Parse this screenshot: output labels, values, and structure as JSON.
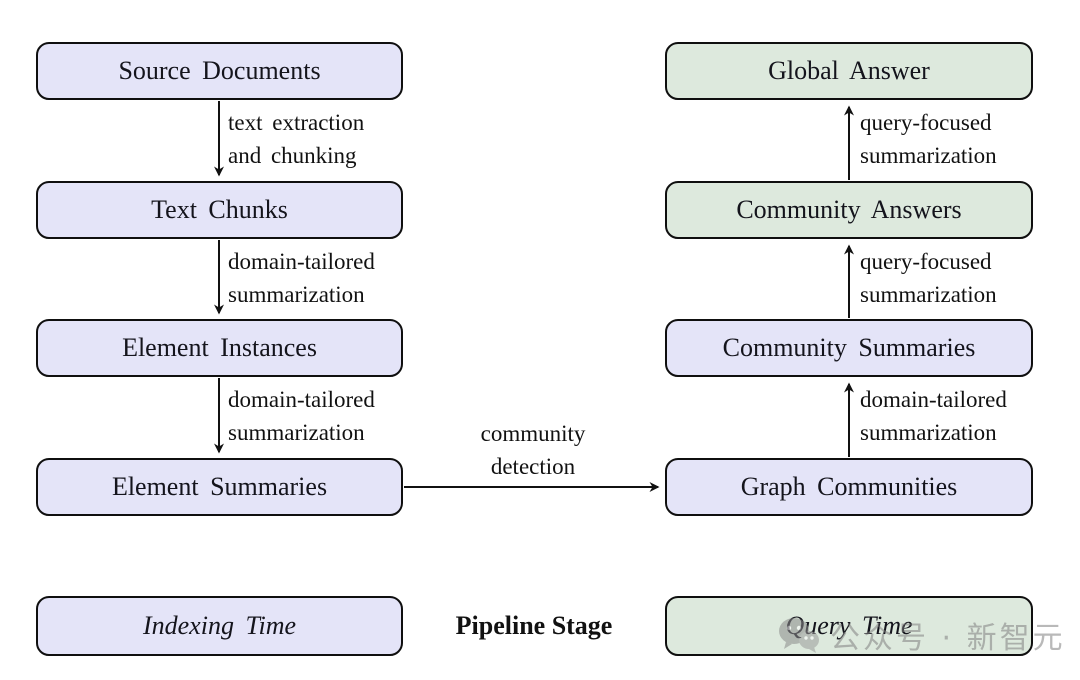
{
  "indexing_pipeline": {
    "boxes": [
      {
        "label": "Source Documents"
      },
      {
        "label": "Text Chunks"
      },
      {
        "label": "Element Instances"
      },
      {
        "label": "Element Summaries"
      }
    ],
    "edges": [
      {
        "line1": "text extraction",
        "line2": "and chunking"
      },
      {
        "line1": "domain-tailored",
        "line2": "summarization"
      },
      {
        "line1": "domain-tailored",
        "line2": "summarization"
      }
    ]
  },
  "query_pipeline": {
    "boxes": [
      {
        "label": "Global Answer"
      },
      {
        "label": "Community Answers"
      },
      {
        "label": "Community Summaries"
      },
      {
        "label": "Graph Communities"
      }
    ],
    "edges": [
      {
        "line1": "query-focused",
        "line2": "summarization"
      },
      {
        "line1": "query-focused",
        "line2": "summarization"
      },
      {
        "line1": "domain-tailored",
        "line2": "summarization"
      }
    ]
  },
  "cross_edge": {
    "line1": "community",
    "line2": "detection"
  },
  "legend": {
    "indexing_time": "Indexing Time",
    "pipeline_stage": "Pipeline Stage",
    "query_time": "Query Time"
  },
  "watermark": {
    "text": "公众号 · 新智元"
  },
  "colors": {
    "indexing_box_fill": "#e4e4f8",
    "query_box_fill": "#dde9dd",
    "box_border": "#0f0f0f",
    "arrow": "#111111",
    "background": "#ffffff",
    "watermark_gray": "#9b9b9b"
  }
}
